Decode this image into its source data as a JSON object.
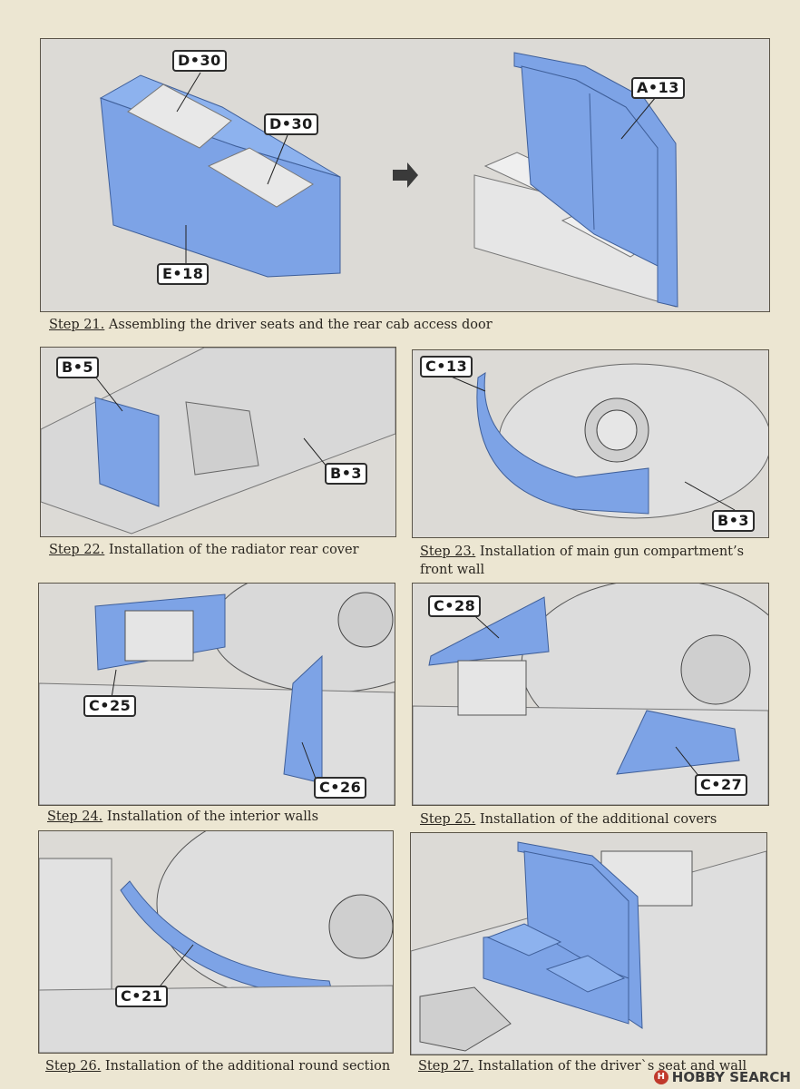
{
  "steps": [
    {
      "number": "Step 21.",
      "text": "Assembling the driver seats and the rear cab access door",
      "parts": [
        "D•30",
        "D•30",
        "E•18",
        "A•13"
      ]
    },
    {
      "number": "Step 22.",
      "text": "Installation of the radiator rear cover",
      "parts": [
        "B•5",
        "B•3"
      ]
    },
    {
      "number": "Step 23.",
      "text": "Installation of main gun compartment’s front wall",
      "parts": [
        "C•13",
        "B•3"
      ]
    },
    {
      "number": "Step 24.",
      "text": "Installation of the interior walls",
      "parts": [
        "C•25",
        "C•26"
      ]
    },
    {
      "number": "Step 25.",
      "text": "Installation of the additional covers",
      "parts": [
        "C•28",
        "C•27"
      ]
    },
    {
      "number": "Step 26.",
      "text": "Installation of the additional round section",
      "parts": [
        "C•21"
      ]
    },
    {
      "number": "Step 27.",
      "text": "Installation of the driver`s seat and wall",
      "parts": []
    }
  ],
  "watermark": {
    "logo": "H",
    "text": "HOBBY SEARCH"
  },
  "colors": {
    "part_highlight": "#7da3e6",
    "background": "#ece6d2",
    "model_grey": "#dcdad6"
  }
}
